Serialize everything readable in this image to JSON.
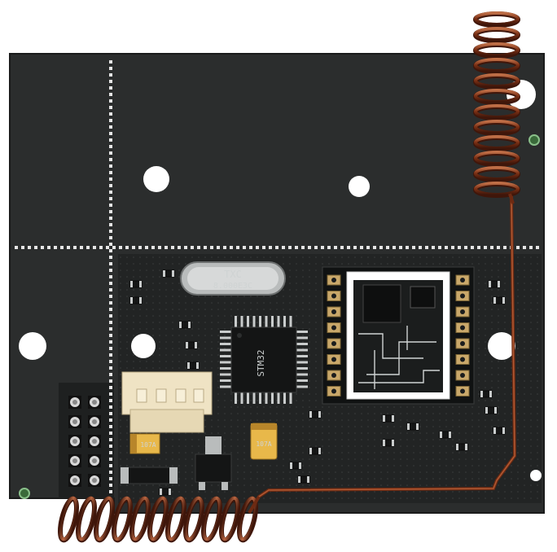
{
  "image": {
    "subject": "Printed circuit board with coiled wire antennas",
    "colors": {
      "background": "#ffffff",
      "pcb": "#2b2d2d",
      "pcb_dark": "#1c1e1e",
      "silk": "#e6e6e6",
      "copper": "#8a3b1c",
      "connector": "#efe3c4",
      "capacitor": "#e8b84a",
      "pad": "#c9a86a"
    }
  },
  "markings": {
    "crystal_line1": "TXC",
    "crystal_line2": "8.000E3C",
    "chip": "STM32",
    "capacitor1": "107A",
    "capacitor2": "107A"
  }
}
